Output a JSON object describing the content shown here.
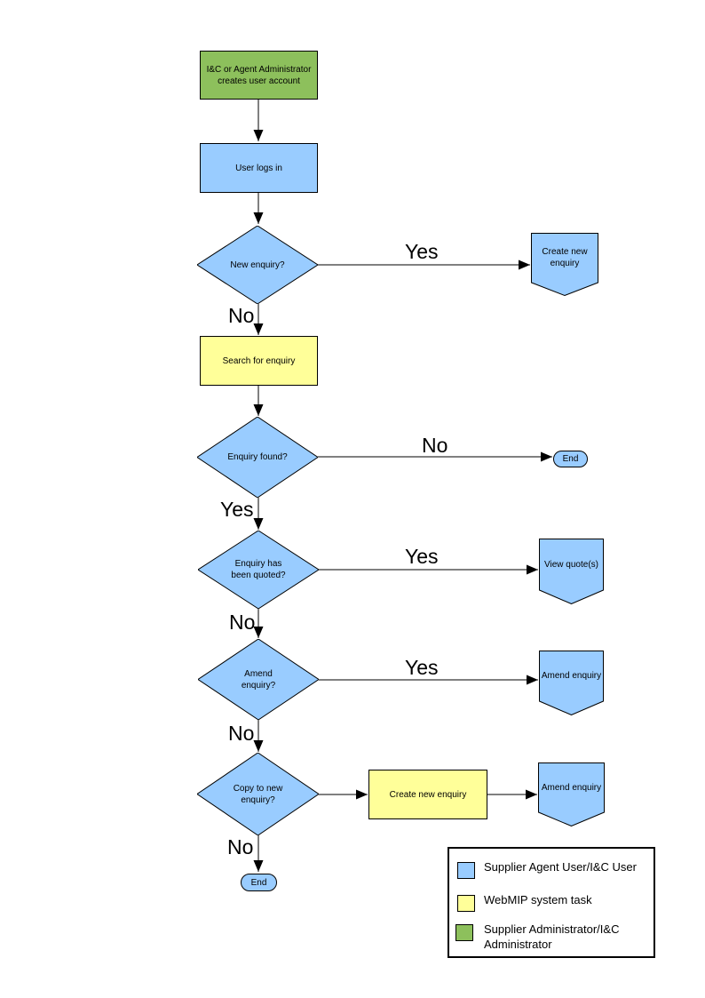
{
  "colors": {
    "user_blue": "#99CCFF",
    "system_yellow": "#FFFF99",
    "admin_green": "#8DC05C",
    "line": "#000000"
  },
  "nodes": {
    "admin_creates_account": {
      "label": "I&C or Agent Administrator creates user account"
    },
    "user_logs_in": {
      "label": "User logs in"
    },
    "new_enquiry": {
      "label": "New enquiry?"
    },
    "create_new_enquiry_offpage": {
      "label": "Create new enquiry"
    },
    "search_for_enquiry": {
      "label": "Search for enquiry"
    },
    "enquiry_found": {
      "label": "Enquiry found?"
    },
    "end_1": {
      "label": "End"
    },
    "enquiry_quoted": {
      "label": "Enquiry has been quoted?"
    },
    "view_quotes": {
      "label": "View quote(s)"
    },
    "amend_enquiry_decision": {
      "label": "Amend enquiry?"
    },
    "amend_enquiry_offpage": {
      "label": "Amend enquiry"
    },
    "copy_to_new_enquiry": {
      "label": "Copy to new enquiry?"
    },
    "create_new_enquiry_task": {
      "label": "Create new enquiry"
    },
    "amend_enquiry_offpage_2": {
      "label": "Amend enquiry"
    },
    "end_2": {
      "label": "End"
    }
  },
  "edge_labels": {
    "yes": "Yes",
    "no": "No"
  },
  "legend": {
    "items": [
      {
        "label": "Supplier Agent User/I&C User",
        "color": "#99CCFF"
      },
      {
        "label": "WebMIP system task",
        "color": "#FFFF99"
      },
      {
        "label": "Supplier Administrator/I&C Administrator",
        "color": "#8DC05C"
      }
    ]
  }
}
